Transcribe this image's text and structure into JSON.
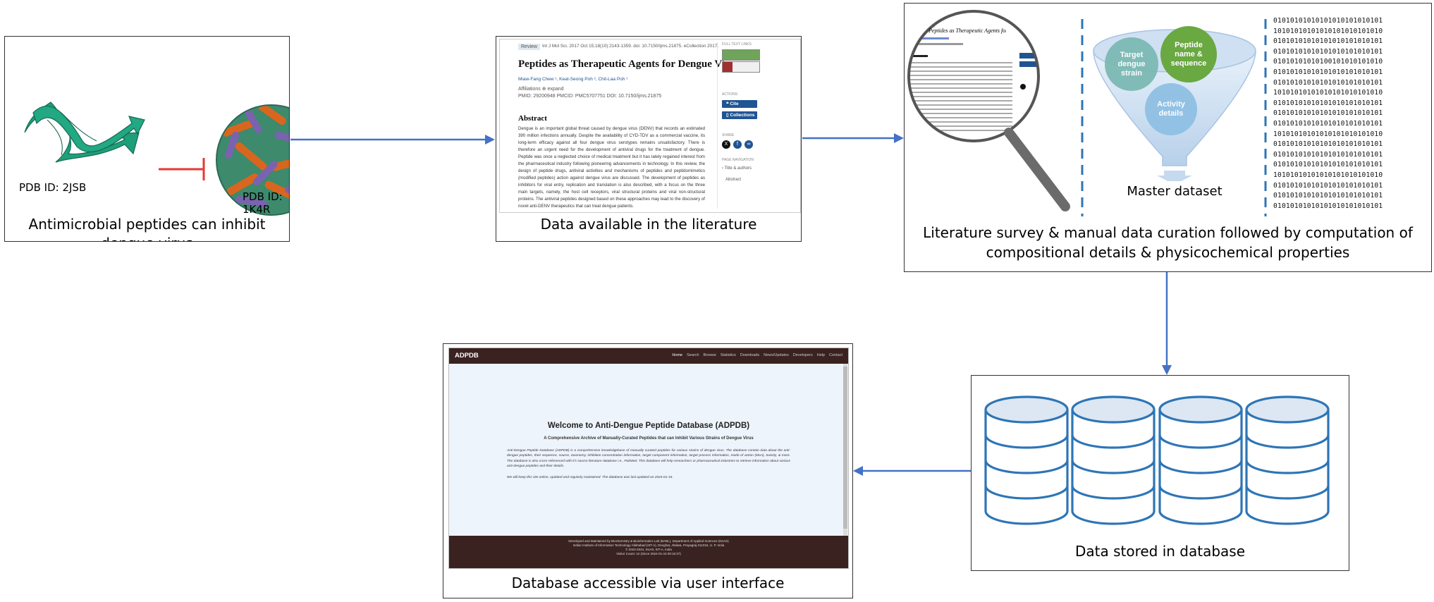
{
  "panel1": {
    "caption": "Antimicrobial peptides can inhibit dengue virus",
    "pdb_left": "PDB ID: 2JSB",
    "pdb_right": "PDB ID: 1K4R"
  },
  "panel2": {
    "caption": "Data available in the literature",
    "badge": "Review",
    "citation": "Int J Mol Sci. 2017 Oct 15;18(10):2143-1359. doi: 10.7150/ijms.21875. eCollection 2017.",
    "title": "Peptides as Therapeutic Agents for Dengue Virus",
    "authors": "Miaw-Fang Chew ¹, Keat-Seong Poh ², Chit-Laa Poh ¹",
    "affiliations": "Affiliations  ⊕ expand",
    "ids": "PMID: 29200948   PMCID: PMC5707751   DOI: 10.7150/ijms.21875",
    "abstract_heading": "Abstract",
    "abstract": "Dengue is an important global threat caused by dengue virus (DENV) that records an estimated 390 million infections annually. Despite the availability of CYD-TDV as a commercial vaccine, its long-term efficacy against all four dengue virus serotypes remains unsatisfactory. There is therefore an urgent need for the development of antiviral drugs for the treatment of dengue. Peptide was once a neglected choice of medical treatment but it has lately regained interest from the pharmaceutical industry following pioneering advancements in technology. In this review, the design of peptide drugs, antiviral activities and mechanisms of peptides and peptidomimetics (modified peptides) action against dengue virus are discussed. The development of peptides as inhibitors for viral entry, replication and translation is also described, with a focus on the three main targets, namely, the host cell receptors, viral structural proteins and viral non-structural proteins. The antiviral peptides designed based on these approaches may lead to the discovery of novel anti-DENV therapeutics that can treat dengue patients.",
    "sidebar": {
      "full_text": "FULL TEXT LINKS",
      "actions": "ACTIONS",
      "cite": "Cite",
      "collections": "Collections",
      "share": "SHARE",
      "page_nav": "PAGE NAVIGATION",
      "title_authors": "Title & authors",
      "abstract": "Abstract"
    }
  },
  "panel3": {
    "caption_line1": "Literature survey & manual data curation followed by computation of",
    "caption_line2": "compositional details & physicochemical properties",
    "magnifier_title": "Peptides as Therapeutic Agents for Dengue Virus",
    "funnel_items": [
      {
        "label": "Target dengue strain",
        "color": "#7ab8b2"
      },
      {
        "label": "Peptide name & sequence",
        "color": "#6aa842"
      },
      {
        "label": "Activity details",
        "color": "#8fc0e4"
      }
    ],
    "master": "Master dataset",
    "bits": "01010101010101010101010101\n10101010101010101010101010\n01010101010101010101010101\n01010101010101010101010101\n01010101010100101010101010\n01010101010101010101010101\n01010101010101010101010101\n10101010101010101010101010\n01010101010101010101010101\n01010101010101010101010101\n01010101010101010101010101\n10101010101010101010101010\n01010101010101010101010101\n01010101010101010101010101\n01010101010101010101010101\n10101010101010101010101010\n01010101010101010101010101\n01010101010101010101010101\n01010101010101010101010101"
  },
  "panel4": {
    "caption": "Data stored in database"
  },
  "panel5": {
    "caption": "Database accessible via user interface",
    "brand": "ADPDB",
    "nav": [
      "Home",
      "Search",
      "Browse",
      "Statistics",
      "Downloads",
      "News/Updates",
      "Developers",
      "Help",
      "Contact"
    ],
    "welcome": "Welcome to Anti-Dengue Peptide Database (ADPDB)",
    "subtitle": "A Comprehensive Archive of Manually-Curated Peptides that can Inhibit Various Strains of Dengue Virus",
    "para1": "Anti-Dengue Peptide Database (ADPDB) is a comprehensive knowledgebase of manually curated peptides for various strains of dengue virus. The database contain data about the anti-dengue peptides, their sequence, source, taxonomy, inhibition concentration information, target component information, target process information, mode of action (MoA), toxicity, & more. The database is also cross-referenced with it's source literature database i.e., PubMed. This database will help researchers or pharmaceutical industries to retrieve information about various anti-dengue peptides and their details.",
    "para2": "We will keep this site online, updated and regularly maintained. The database was last updated on 2024-01-15.",
    "footer1": "Developed and Maintained by Biochemistry & Bioinformatics Lab (BABL), Department of Applied Sciences (DoAS)",
    "footer2": "Indian Institute of Information Technology Allahabad (IIIT-A), Devghat, Jhalwa, Prayagraj-211015, U. P. India",
    "footer3": "© 2023-2024, DoAS, IIIT-A, India",
    "footer4": "Visitor Count: 12 (Since 2024-01-15 00:15:37)"
  },
  "colors": {
    "arrow": "#4472c4",
    "inhibit": "#e53935",
    "db_fill": "#dce7f3",
    "db_stroke": "#2e75b6",
    "peptide": "#1f9e7a",
    "nav_bg": "#3a2220"
  }
}
